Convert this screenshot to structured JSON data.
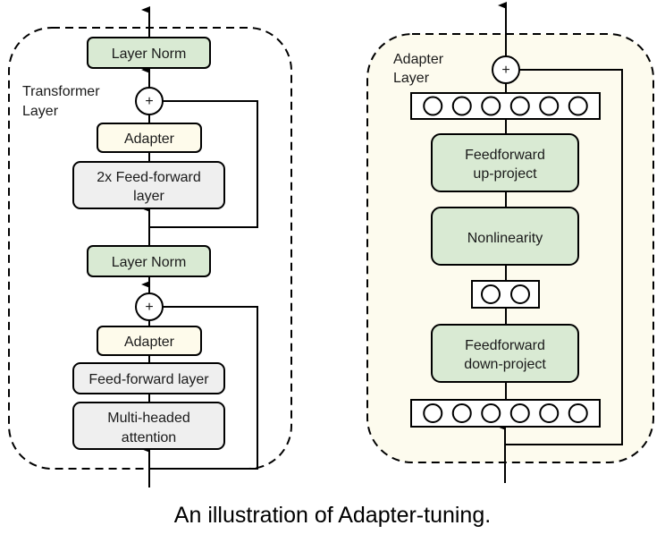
{
  "caption": "An illustration of Adapter-tuning.",
  "colors": {
    "green_fill": "#d9ead3",
    "adapter_fill": "#fefbeb",
    "gray_fill": "#efefef",
    "adapter_panel_fill": "#fdfbee",
    "stroke": "#000000"
  },
  "transformer": {
    "title_line1": "Transformer",
    "title_line2": "Layer",
    "blocks": {
      "top_norm": "Layer Norm",
      "top_adapter": "Adapter",
      "ffn2x_line1": "2x Feed-forward",
      "ffn2x_line2": "layer",
      "mid_norm": "Layer Norm",
      "bottom_adapter": "Adapter",
      "ffn": "Feed-forward layer",
      "mha_line1": "Multi-headed",
      "mha_line2": "attention"
    },
    "plus_symbol": "+"
  },
  "adapter": {
    "title_line1": "Adapter",
    "title_line2": "Layer",
    "blocks": {
      "up_line1": "Feedforward",
      "up_line2": "up-project",
      "nonlinearity": "Nonlinearity",
      "down_line1": "Feedforward",
      "down_line2": "down-project"
    },
    "top_neurons": 6,
    "middle_neurons": 2,
    "bottom_neurons": 6,
    "plus_symbol": "+"
  }
}
